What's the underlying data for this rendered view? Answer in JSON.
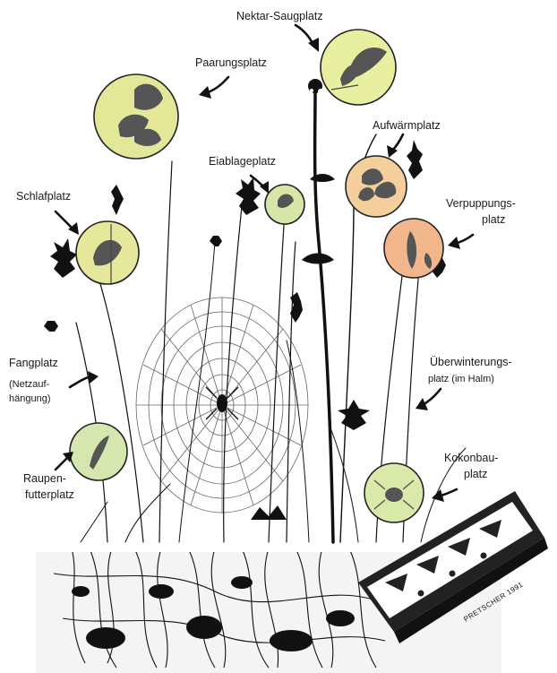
{
  "labels": {
    "nektar": "Nektar-Saugplatz",
    "paarung": "Paarungsplatz",
    "aufwaerm": "Aufwärmplatz",
    "eiablage": "Eiablageplatz",
    "schlaf": "Schlafplatz",
    "verpuppung_1": "Verpuppungs-",
    "verpuppung_2": "platz",
    "fang_1": "Fangplatz",
    "fang_2": "(Netzauf-",
    "fang_3": "hängung)",
    "ueberwinterung_1": "Überwinterungs-",
    "ueberwinterung_2": "platz (im Halm)",
    "raupen_1": "Raupen-",
    "raupen_2": "futterplatz",
    "kokonbau_1": "Kokonbau-",
    "kokonbau_2": "platz"
  },
  "signature": "PRETSCHER 1991",
  "colors": {
    "nektar": "#e9efa0",
    "paarung": "#e3e899",
    "aufwaerm": "#f4cf9c",
    "eiablage": "#d6e6a6",
    "schlaf": "#e5e89a",
    "verpuppung": "#f1b68c",
    "raupen": "#d5e7ae",
    "kokonbau": "#d8e9a9",
    "ink": "#111111"
  }
}
